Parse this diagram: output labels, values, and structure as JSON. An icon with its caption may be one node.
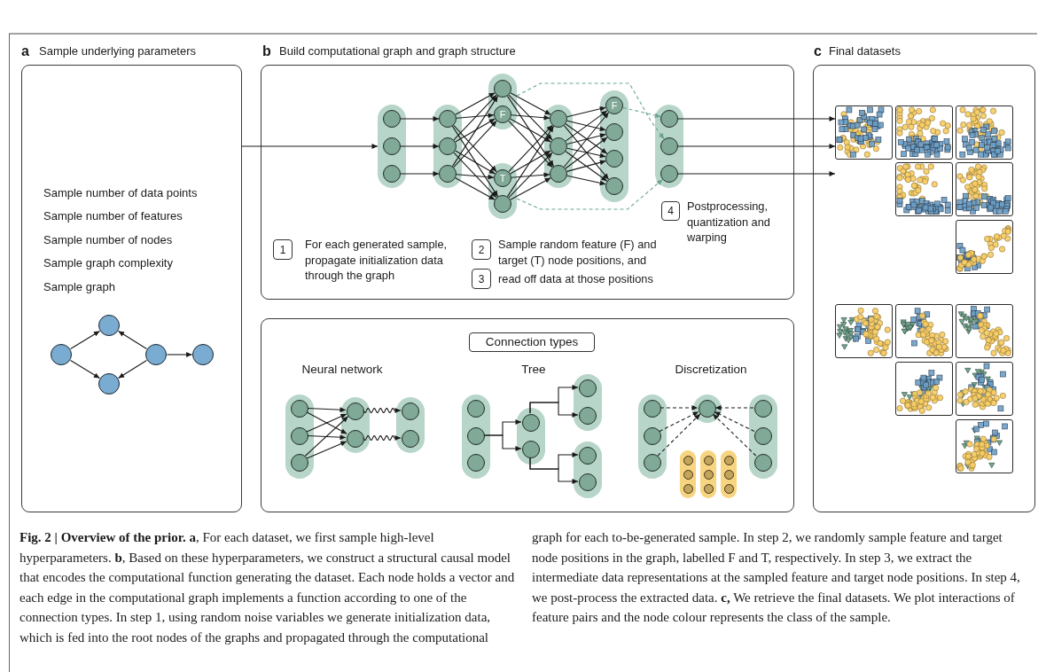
{
  "diagram": {
    "caption": "**Fig. 2 | Overview of the prior. a**, For each dataset, we first sample high-level hyperparameters. **b**, Based on these hyperparameters, we construct a structural causal model that encodes the computational function generating the dataset. Each node holds a vector and each edge in the computational graph implements a function according to one of the connection types. In step 1, using random noise variables we generate initialization data, which is fed into the root nodes of the graphs and propagated through the computational graph for each to-be-generated sample. In step 2, we randomly sample feature and target node positions in the graph, labelled F and T, respectively. In step 3, we extract the intermediate data representations at the sampled feature and target node positions. In step 4, we post-process the extracted data. **c,** We retrieve the final datasets. We plot interactions of feature pairs and the node colour represents the class of the sample.",
    "nodes": [
      {
        "text": [
          "a",
          "Sample underlying parameters",
          "Sample number of data points",
          "Sample number of features",
          "Sample number of nodes",
          "Sample graph complexity",
          "Sample graph"
        ]
      },
      {
        "text": [],
        "shape": "circle",
        "in": 0
      },
      {
        "text": [],
        "shape": "circle",
        "in": 0
      },
      {
        "text": [],
        "shape": "circle",
        "in": 0
      },
      {
        "text": [],
        "shape": "circle",
        "in": 0
      },
      {
        "text": [],
        "shape": "circle",
        "in": 0
      },
      {
        "text": [
          "b",
          "Build computational graph and graph structure"
        ]
      },
      {
        "text": [],
        "shape": "pill",
        "in": 6
      },
      {
        "text": [],
        "shape": "circle",
        "in": 7
      },
      {
        "text": [],
        "shape": "circle",
        "in": 7
      },
      {
        "text": [],
        "shape": "circle",
        "in": 7
      },
      {
        "text": [],
        "shape": "pill",
        "in": 6
      },
      {
        "text": [],
        "shape": "circle",
        "in": 11
      },
      {
        "text": [],
        "shape": "circle",
        "in": 11
      },
      {
        "text": [],
        "shape": "circle",
        "in": 11
      },
      {
        "text": [],
        "shape": "pill",
        "in": 6
      },
      {
        "text": [],
        "shape": "circle",
        "in": 15
      },
      {
        "text": [
          "F"
        ],
        "in": 15
      },
      {
        "text": [],
        "shape": "pill",
        "in": 6
      },
      {
        "text": [
          "T"
        ],
        "in": 18
      },
      {
        "text": [],
        "shape": "circle",
        "in": 18
      },
      {
        "text": [],
        "shape": "pill",
        "in": 6
      },
      {
        "text": [],
        "shape": "circle",
        "in": 21
      },
      {
        "text": [],
        "shape": "circle",
        "in": 21
      },
      {
        "text": [],
        "shape": "circle",
        "in": 21
      },
      {
        "text": [],
        "shape": "pill",
        "in": 6
      },
      {
        "text": [
          "F"
        ],
        "in": 25
      },
      {
        "text": [],
        "shape": "circle",
        "in": 25
      },
      {
        "text": [],
        "shape": "circle",
        "in": 25
      },
      {
        "text": [],
        "shape": "circle",
        "in": 25
      },
      {
        "text": [],
        "shape": "pill",
        "in": 6
      },
      {
        "text": [],
        "shape": "circle",
        "in": 30
      },
      {
        "text": [],
        "shape": "circle",
        "in": 30
      },
      {
        "text": [],
        "shape": "circle",
        "in": 30
      },
      {
        "text": [
          "1"
        ],
        "in": 6,
        "beside": [
          "For each generated sample, propagate initialization data through the graph"
        ]
      },
      {
        "text": [
          "2"
        ],
        "in": 6,
        "beside": [
          "Sample random feature (F) and target (T) node positions, and"
        ]
      },
      {
        "text": [
          "3"
        ],
        "in": 6,
        "beside": [
          "read off data at those positions"
        ]
      },
      {
        "text": [
          "4"
        ],
        "in": 6,
        "beside": [
          "Postprocessing, quantization and warping"
        ]
      },
      {
        "text": [
          "Neural network",
          "Tree",
          "Discretization"
        ]
      },
      {
        "text": [
          "Connection types"
        ],
        "in": 38
      },
      {
        "text": [],
        "shape": "pill",
        "in": 38
      },
      {
        "text": [],
        "shape": "circle",
        "in": 40
      },
      {
        "text": [],
        "shape": "circle",
        "in": 40
      },
      {
        "text": [],
        "shape": "circle",
        "in": 40
      },
      {
        "text": [],
        "shape": "pill",
        "in": 38
      },
      {
        "text": [],
        "shape": "circle",
        "in": 44
      },
      {
        "text": [],
        "shape": "circle",
        "in": 44
      },
      {
        "text": [],
        "shape": "pill",
        "in": 38
      },
      {
        "text": [],
        "shape": "circle",
        "in": 47
      },
      {
        "text": [],
        "shape": "circle",
        "in": 47
      },
      {
        "text": [],
        "shape": "pill",
        "in": 38
      },
      {
        "text": [],
        "shape": "circle",
        "in": 50
      },
      {
        "text": [],
        "shape": "circle",
        "in": 50
      },
      {
        "text": [],
        "shape": "circle",
        "in": 50
      },
      {
        "text": [],
        "shape": "pill",
        "in": 38
      },
      {
        "text": [],
        "shape": "circle",
        "in": 54
      },
      {
        "text": [],
        "shape": "circle",
        "in": 54
      },
      {
        "text": [],
        "shape": "pill",
        "in": 38
      },
      {
        "text": [],
        "shape": "circle",
        "in": 57
      },
      {
        "text": [],
        "shape": "circle",
        "in": 57
      },
      {
        "text": [],
        "shape": "pill",
        "in": 38
      },
      {
        "text": [],
        "shape": "circle",
        "in": 60
      },
      {
        "text": [],
        "shape": "circle",
        "in": 60
      },
      {
        "text": [],
        "shape": "pill",
        "in": 38
      },
      {
        "text": [],
        "shape": "circle",
        "in": 63
      },
      {
        "text": [],
        "shape": "circle",
        "in": 63
      },
      {
        "text": [],
        "shape": "circle",
        "in": 63
      },
      {
        "text": [],
        "shape": "pill",
        "in": 38
      },
      {
        "text": [],
        "shape": "circle",
        "in": 67
      },
      {
        "text": [],
        "shape": "pill",
        "in": 38
      },
      {
        "text": [],
        "shape": "circle",
        "in": 69
      },
      {
        "text": [],
        "shape": "circle",
        "in": 69
      },
      {
        "text": [],
        "shape": "circle",
        "in": 69
      },
      {
        "text": [],
        "shape": "pill",
        "in": 38
      },
      {
        "text": [],
        "shape": "circle",
        "in": 73
      },
      {
        "text": [],
        "shape": "circle",
        "in": 73
      },
      {
        "text": [],
        "shape": "circle",
        "in": 73
      },
      {
        "text": [],
        "shape": "pill",
        "in": 38
      },
      {
        "text": [],
        "shape": "circle",
        "in": 77
      },
      {
        "text": [],
        "shape": "circle",
        "in": 77
      },
      {
        "text": [],
        "shape": "circle",
        "in": 77
      },
      {
        "text": [],
        "shape": "pill",
        "in": 38
      },
      {
        "text": [],
        "shape": "circle",
        "in": 81
      },
      {
        "text": [],
        "shape": "circle",
        "in": 81
      },
      {
        "text": [],
        "shape": "circle",
        "in": 81
      },
      {
        "text": [
          "c",
          "Final datasets"
        ]
      },
      {
        "text": [],
        "shape": "picture",
        "in": 85
      },
      {
        "text": [],
        "shape": "picture",
        "in": 85
      },
      {
        "text": [],
        "shape": "picture",
        "in": 85
      },
      {
        "text": [],
        "shape": "picture",
        "in": 85
      },
      {
        "text": [],
        "shape": "picture",
        "in": 85
      },
      {
        "text": [],
        "shape": "picture",
        "in": 85
      },
      {
        "text": [],
        "shape": "picture",
        "in": 85
      },
      {
        "text": [],
        "shape": "picture",
        "in": 85
      },
      {
        "text": [],
        "shape": "picture",
        "in": 85
      },
      {
        "text": [],
        "shape": "picture",
        "in": 85
      },
      {
        "text": [],
        "shape": "picture",
        "in": 85
      },
      {
        "text": [],
        "shape": "picture",
        "in": 85
      }
    ],
    "edges": [
      {
        "from": 1,
        "to": 2,
        "arrow": "to"
      },
      {
        "from": 1,
        "to": 3,
        "arrow": "to"
      },
      {
        "from": 4,
        "to": 2,
        "arrow": "to"
      },
      {
        "from": 4,
        "to": 3,
        "arrow": "to"
      },
      {
        "from": 4,
        "to": 5,
        "arrow": "to"
      },
      {
        "from": 0,
        "to": 7,
        "arrow": "to"
      },
      {
        "from": 8,
        "to": 12,
        "arrow": "to"
      },
      {
        "from": 9,
        "to": 13,
        "arrow": "to"
      },
      {
        "from": 10,
        "to": 14,
        "arrow": "to"
      },
      {
        "from": 12,
        "to": 16,
        "arrow": "to"
      },
      {
        "from": 12,
        "to": 17,
        "arrow": "to"
      },
      {
        "from": 12,
        "to": 19,
        "arrow": "to"
      },
      {
        "from": 12,
        "to": 20,
        "arrow": "to"
      },
      {
        "from": 13,
        "to": 16,
        "arrow": "to"
      },
      {
        "from": 13,
        "to": 17,
        "arrow": "to"
      },
      {
        "from": 13,
        "to": 19,
        "arrow": "to"
      },
      {
        "from": 13,
        "to": 20,
        "arrow": "to"
      },
      {
        "from": 14,
        "to": 16,
        "arrow": "to"
      },
      {
        "from": 14,
        "to": 17,
        "arrow": "to"
      },
      {
        "from": 14,
        "to": 19,
        "arrow": "to"
      },
      {
        "from": 14,
        "to": 20,
        "arrow": "to"
      },
      {
        "from": 16,
        "to": 22,
        "arrow": "to"
      },
      {
        "from": 16,
        "to": 23,
        "arrow": "to"
      },
      {
        "from": 16,
        "to": 24,
        "arrow": "to"
      },
      {
        "from": 17,
        "to": 22,
        "arrow": "to"
      },
      {
        "from": 17,
        "to": 23,
        "arrow": "to"
      },
      {
        "from": 17,
        "to": 24,
        "arrow": "to"
      },
      {
        "from": 19,
        "to": 22,
        "arrow": "to"
      },
      {
        "from": 19,
        "to": 23,
        "arrow": "to"
      },
      {
        "from": 19,
        "to": 24,
        "arrow": "to"
      },
      {
        "from": 20,
        "to": 22,
        "arrow": "to"
      },
      {
        "from": 20,
        "to": 23,
        "arrow": "to"
      },
      {
        "from": 20,
        "to": 24,
        "arrow": "to"
      },
      {
        "from": 22,
        "to": 26,
        "arrow": "to"
      },
      {
        "from": 22,
        "to": 27,
        "arrow": "to"
      },
      {
        "from": 22,
        "to": 28,
        "arrow": "to"
      },
      {
        "from": 22,
        "to": 29,
        "arrow": "to"
      },
      {
        "from": 23,
        "to": 26,
        "arrow": "to"
      },
      {
        "from": 23,
        "to": 27,
        "arrow": "to"
      },
      {
        "from": 23,
        "to": 28,
        "arrow": "to"
      },
      {
        "from": 23,
        "to": 29,
        "arrow": "to"
      },
      {
        "from": 24,
        "to": 26,
        "arrow": "to"
      },
      {
        "from": 24,
        "to": 27,
        "arrow": "to"
      },
      {
        "from": 24,
        "to": 28,
        "arrow": "to"
      },
      {
        "from": 24,
        "to": 29,
        "arrow": "to"
      },
      {
        "from": 15,
        "to": 32,
        "arrow": "to",
        "style": "dashed",
        "color": "#6aa592"
      },
      {
        "from": 26,
        "to": 31,
        "arrow": "to",
        "style": "dashed",
        "color": "#6aa592"
      },
      {
        "from": 18,
        "to": 33,
        "arrow": "to",
        "style": "dashed",
        "color": "#6aa592"
      },
      {
        "from": 31,
        "to": 86,
        "arrow": "to"
      },
      {
        "from": 32,
        "to": 86,
        "arrow": "to"
      },
      {
        "from": 33,
        "to": 86,
        "arrow": "to"
      },
      {
        "from": 41,
        "to": 45,
        "arrow": "to"
      },
      {
        "from": 41,
        "to": 46,
        "arrow": "to"
      },
      {
        "from": 42,
        "to": 45,
        "arrow": "to"
      },
      {
        "from": 42,
        "to": 46,
        "arrow": "to"
      },
      {
        "from": 43,
        "to": 45,
        "arrow": "to"
      },
      {
        "from": 43,
        "to": 46,
        "arrow": "to"
      },
      {
        "from": 45,
        "to": 48,
        "arrow": "to"
      },
      {
        "from": 46,
        "to": 49,
        "arrow": "to"
      },
      {
        "from": 52,
        "to": 55,
        "arrow": "to"
      },
      {
        "from": 52,
        "to": 56,
        "arrow": "to"
      },
      {
        "from": 55,
        "to": 58,
        "arrow": "to"
      },
      {
        "from": 55,
        "to": 59,
        "arrow": "to"
      },
      {
        "from": 56,
        "to": 61,
        "arrow": "to"
      },
      {
        "from": 56,
        "to": 62,
        "arrow": "to"
      },
      {
        "from": 64,
        "to": 68,
        "arrow": "to",
        "style": "dashed"
      },
      {
        "from": 65,
        "to": 68,
        "arrow": "to",
        "style": "dashed"
      },
      {
        "from": 66,
        "to": 68,
        "arrow": "to",
        "style": "dashed"
      },
      {
        "from": 70,
        "to": 68,
        "arrow": "to",
        "style": "dashed"
      },
      {
        "from": 71,
        "to": 68,
        "arrow": "to",
        "style": "dashed"
      },
      {
        "from": 72,
        "to": 68,
        "arrow": "to",
        "style": "dashed"
      }
    ]
  }
}
